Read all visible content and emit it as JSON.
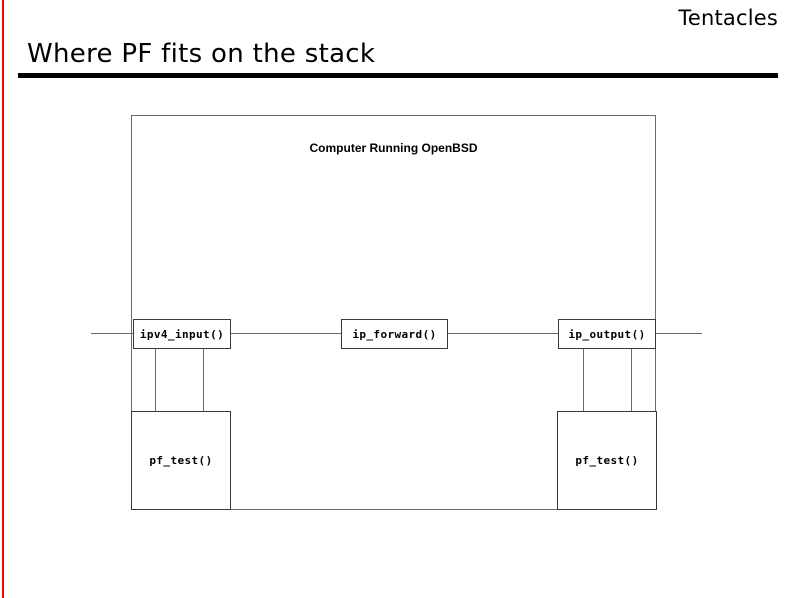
{
  "slide": {
    "deck_label": "Tentacles",
    "title": "Where PF fits on the stack",
    "accent_color": "#fe0000",
    "rule_color": "#000000",
    "line_color": "#6b6b6b"
  },
  "diagram": {
    "host_label": "Computer Running OpenBSD",
    "boxes": {
      "ipv4_input": "ipv4_input()",
      "ip_forward": "ip_forward()",
      "ip_output": "ip_output()",
      "pf_test_in": "pf_test()",
      "pf_test_out": "pf_test()"
    }
  }
}
